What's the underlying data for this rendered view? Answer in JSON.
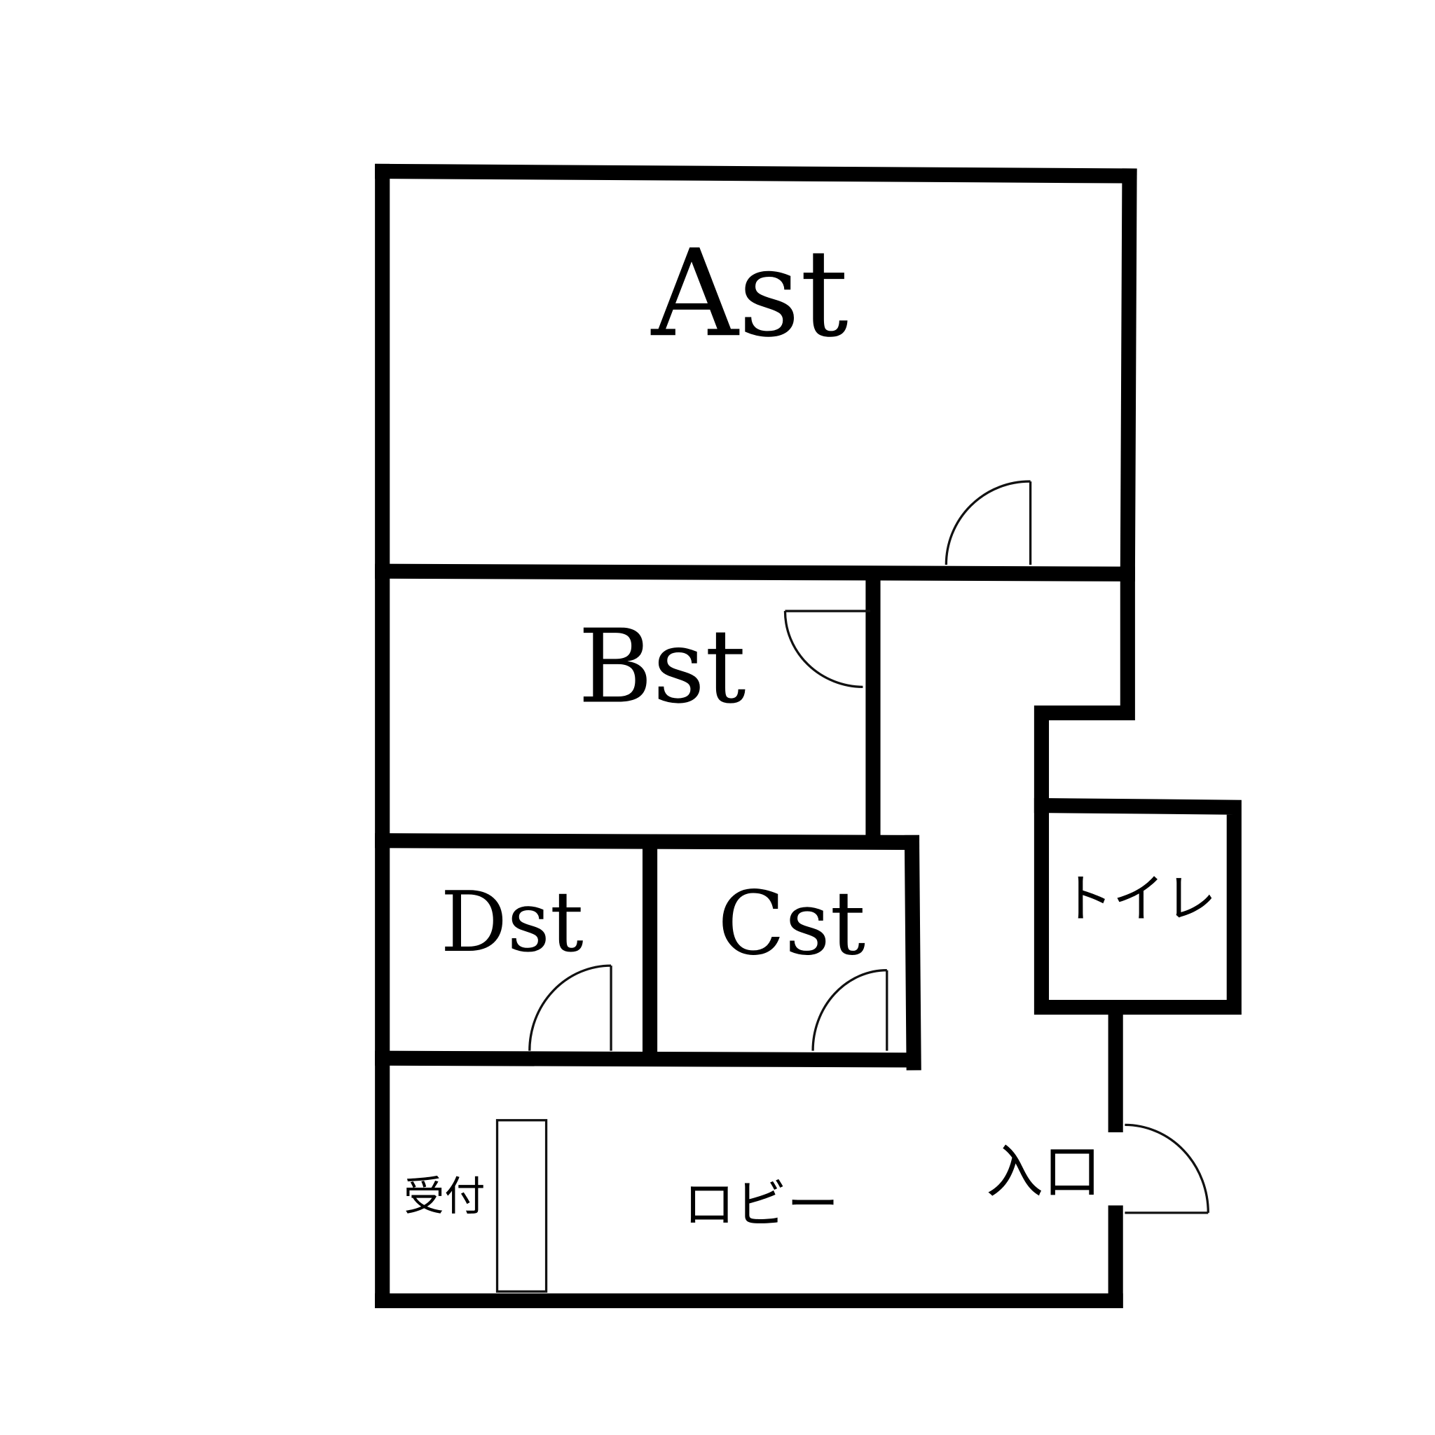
{
  "rooms": {
    "a": "Ast",
    "b": "Bst",
    "c": "Cst",
    "d": "Dst",
    "toilet": "トイレ",
    "reception": "受付",
    "lobby": "ロビー",
    "entrance": "入口"
  },
  "colors": {
    "wall": "#000000",
    "background": "#ffffff"
  }
}
